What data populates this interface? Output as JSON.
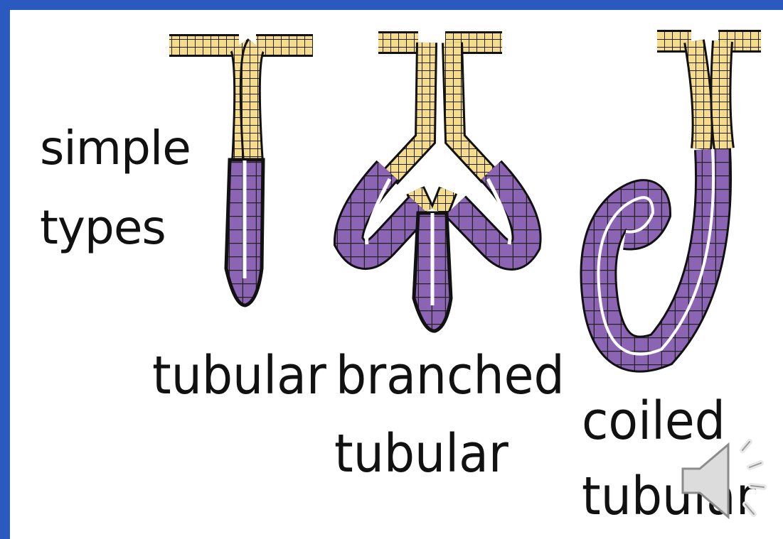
{
  "labels": {
    "group_line1": "simple",
    "group_line2": "types",
    "tubular": "tubular",
    "branched_line1": "branched",
    "branched_line2": "tubular",
    "coiled_line1": "coiled",
    "coiled_line2": "tubular"
  },
  "colors": {
    "slide_border": "#2a59c0",
    "background": "#ffffff",
    "duct_cells": "#f5dc8c",
    "secretory_cells": "#8c64b4",
    "outline": "#111111"
  },
  "icons": {
    "audio": "speaker-icon"
  }
}
